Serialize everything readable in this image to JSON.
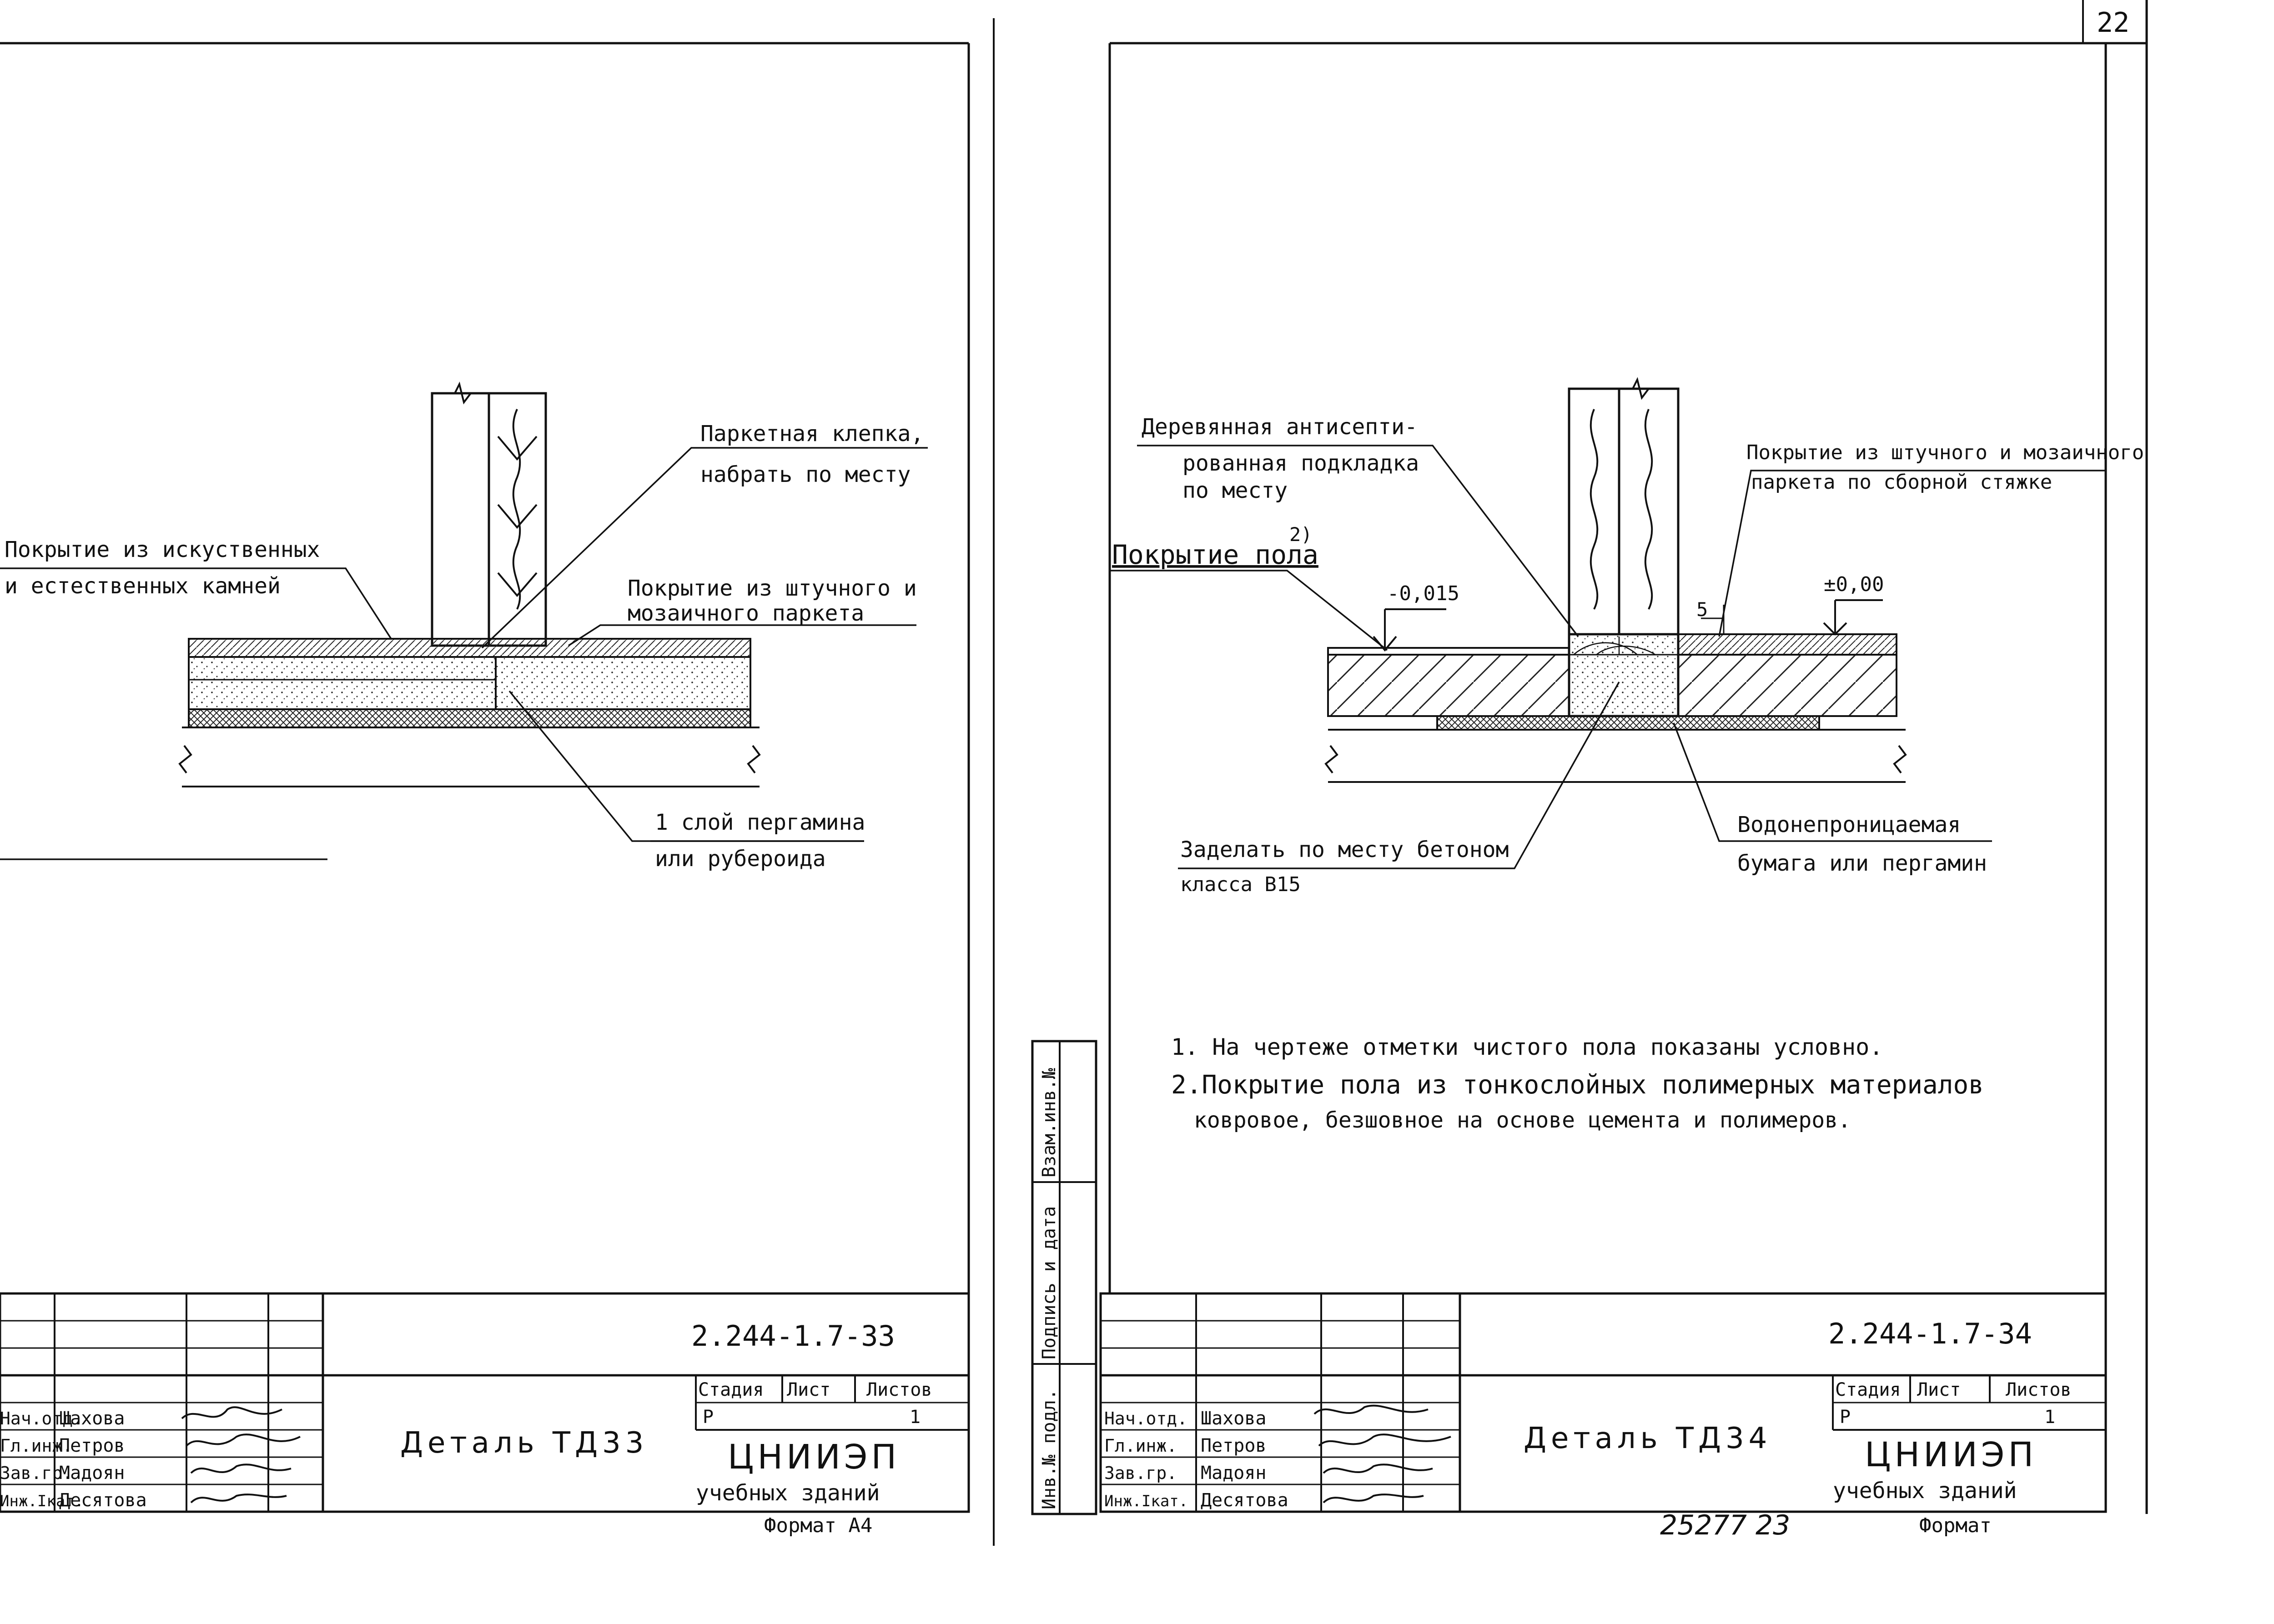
{
  "page_number": "22",
  "sheet_left": {
    "callouts": {
      "parquet_stave_1": "Паркетная клепка,",
      "parquet_stave_2": "набрать по месту",
      "stone_1": "Покрытие из искуственных",
      "stone_2": "и естественных  камней",
      "mosaic_1": "Покрытие из штучного и",
      "mosaic_2": "мозаичного паркета",
      "membrane_1": "1 слой пергамина",
      "membrane_2": "или рубероида"
    },
    "title_block": {
      "doc_code": "2.244-1.7-33",
      "rows": [
        {
          "role": "Нач.отд.",
          "name": "Шахова"
        },
        {
          "role": "Гл.инж.",
          "name": "Петров"
        },
        {
          "role": "Зав.гр.",
          "name": "Мадоян"
        },
        {
          "role": "Инж.Iкат.",
          "name": "Десятова"
        }
      ],
      "detail_title": "Деталь ТД33",
      "col_stage": "Стадия",
      "col_sheet": "Лист",
      "col_sheets": "Листов",
      "stage": "Р",
      "sheets": "1",
      "org": "ЦНИИЭП",
      "org_sub": "учебных зданий",
      "format": "Формат А4"
    }
  },
  "sheet_right": {
    "callouts": {
      "wood_1": "Деревянная антисепти-",
      "wood_2": "рованная подкладка",
      "wood_3": "по месту",
      "floor_cover": "Покрытие пола",
      "floor_cover_note": "2)",
      "level_left": "-0,015",
      "level_right": "±0,00",
      "dim_5": "5",
      "mosaic_1": "Покрытие из штучного и мозаичного",
      "mosaic_2": "паркета по сборной стяжке",
      "concrete_1": "Заделать по месту бетоном",
      "concrete_2": "класса В15",
      "paper_1": "Водонепроницаемая",
      "paper_2": "бумага или пергамин"
    },
    "notes": [
      "1. На чертеже отметки чистого пола показаны условно.",
      "2.Покрытие пола из тонкослойных полимерных материалов",
      "ковровое, безшовное на основе цемента и полимеров."
    ],
    "side_stamp": [
      "Инв.№ подл.",
      "Подпись и дата",
      "Взам.инв.№"
    ],
    "title_block": {
      "doc_code": "2.244-1.7-34",
      "rows": [
        {
          "role": "Нач.отд.",
          "name": "Шахова"
        },
        {
          "role": "Гл.инж.",
          "name": "Петров"
        },
        {
          "role": "Зав.гр.",
          "name": "Мадоян"
        },
        {
          "role": "Инж.Iкат.",
          "name": "Десятова"
        }
      ],
      "detail_title": "Деталь ТД34",
      "col_stage": "Стадия",
      "col_sheet": "Лист",
      "col_sheets": "Листов",
      "stage": "Р",
      "sheets": "1",
      "org": "ЦНИИЭП",
      "org_sub": "учебных зданий",
      "format": "Формат"
    },
    "archive_number": "25277  23"
  }
}
